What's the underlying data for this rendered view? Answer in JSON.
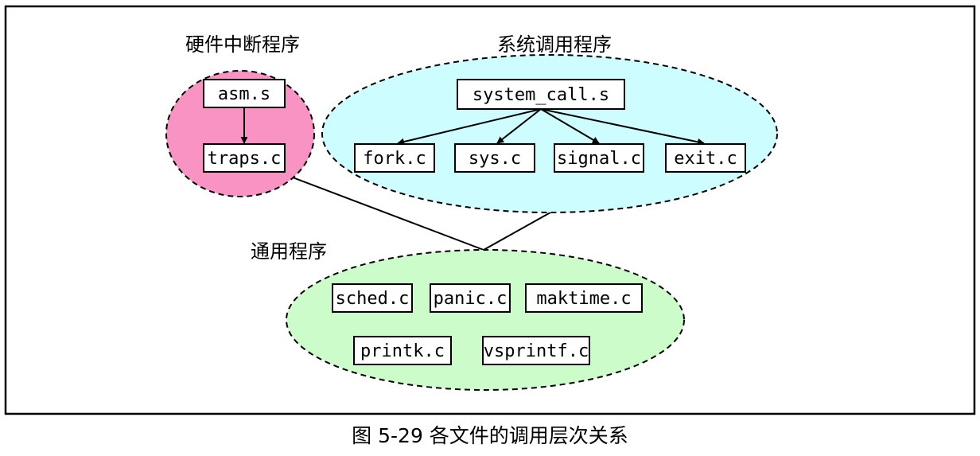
{
  "groups": {
    "hardware_interrupt": {
      "title": "硬件中断程序",
      "color": "#f993c4"
    },
    "system_call": {
      "title": "系统调用程序",
      "color": "#cdfdfe"
    },
    "general": {
      "title": "通用程序",
      "color": "#cdfccb"
    }
  },
  "files": {
    "asm_s": "asm.s",
    "traps_c": "traps.c",
    "system_call_s": "system_call.s",
    "fork_c": "fork.c",
    "sys_c": "sys.c",
    "signal_c": "signal.c",
    "exit_c": "exit.c",
    "sched_c": "sched.c",
    "panic_c": "panic.c",
    "maktime_c": "maktime.c",
    "printk_c": "printk.c",
    "vsprintf_c": "vsprintf.c"
  },
  "caption": "图 5-29 各文件的调用层次关系"
}
